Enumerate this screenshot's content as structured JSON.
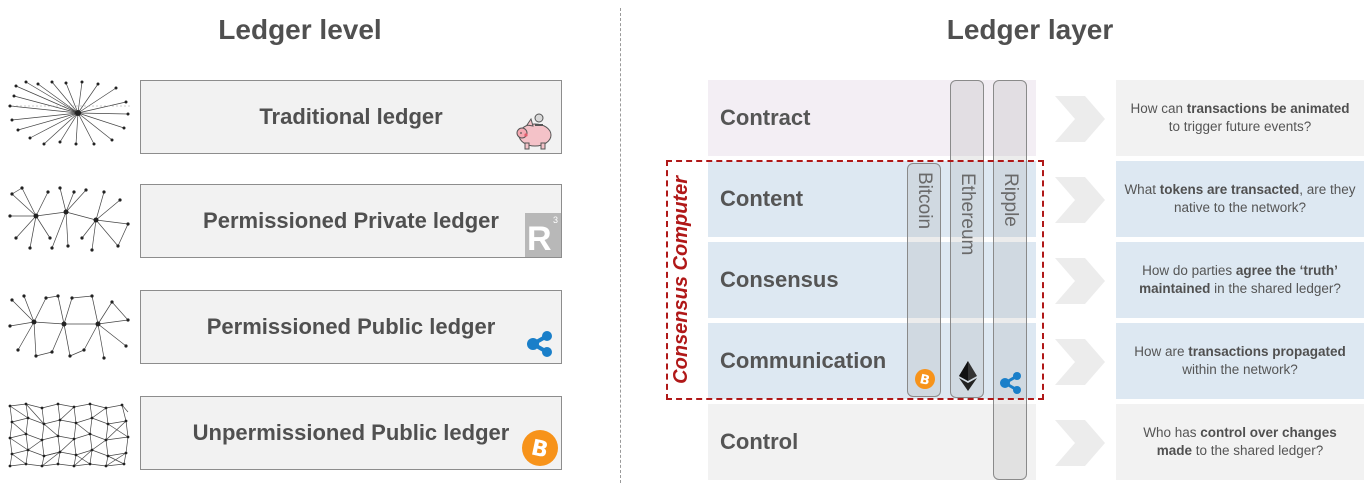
{
  "left": {
    "title": "Ledger level",
    "ledgers": [
      {
        "label": "Traditional ledger",
        "icon": "piggy-bank-icon"
      },
      {
        "label": "Permissioned Private ledger",
        "icon": "r3-logo-icon"
      },
      {
        "label": "Permissioned Public ledger",
        "icon": "ripple-logo-icon"
      },
      {
        "label": "Unpermissioned Public ledger",
        "icon": "bitcoin-logo-icon"
      }
    ]
  },
  "right": {
    "title": "Ledger layer",
    "layers": [
      "Contract",
      "Content",
      "Consensus",
      "Communication",
      "Control"
    ],
    "consensus_label": "Consensus Computer",
    "blockchains": [
      "Bitcoin",
      "Ethereum",
      "Ripple"
    ],
    "questions": [
      {
        "parts": [
          [
            "How can ",
            false
          ],
          [
            "transactions be animated",
            true
          ],
          [
            " to trigger future events?",
            false
          ]
        ]
      },
      {
        "parts": [
          [
            "What ",
            false
          ],
          [
            "tokens are transacted",
            true
          ],
          [
            ", are they native to the network?",
            false
          ]
        ]
      },
      {
        "parts": [
          [
            "How do parties ",
            false
          ],
          [
            "agree the ‘truth’ maintained",
            true
          ],
          [
            " in the shared ledger?",
            false
          ]
        ]
      },
      {
        "parts": [
          [
            "How are ",
            false
          ],
          [
            "transactions propagated",
            true
          ],
          [
            " within the network?",
            false
          ]
        ]
      },
      {
        "parts": [
          [
            "Who has ",
            false
          ],
          [
            "control over changes made",
            true
          ],
          [
            " to the shared ledger?",
            false
          ]
        ]
      }
    ]
  },
  "colors": {
    "contract_band": "#f3eef4",
    "content_band": "#dde8f2",
    "control_band": "#f2f2f2",
    "question_blue": "#dde8f2",
    "question_grey": "#f2f2f2",
    "accent_red": "#b01818",
    "bitcoin_orange": "#f7931a",
    "ripple_blue": "#1a7fc9"
  }
}
